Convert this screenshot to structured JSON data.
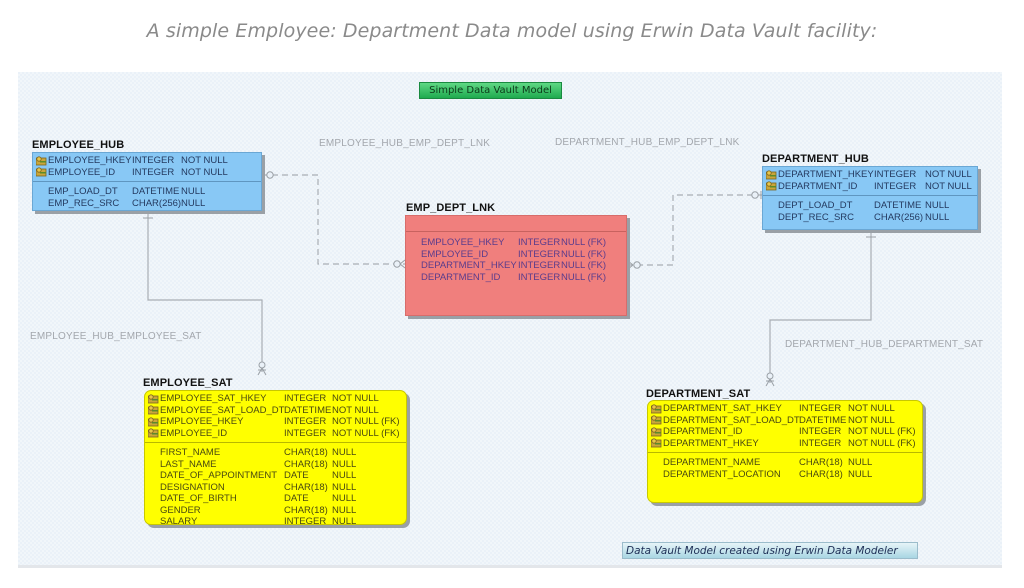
{
  "page_title": "A simple Employee: Department Data model using Erwin Data Vault facility:",
  "diagram_banner": "Simple Data Vault Model",
  "footer_note": "Data Vault Model created using Erwin Data Modeler",
  "colors": {
    "hub": "#88c8f5",
    "link": "#f07f7d",
    "satellite": "#ffff00",
    "banner_top": "#2ebf5f",
    "canvas": "#eaf1f8",
    "relationship_line": "#a9aeb4"
  },
  "relationships": {
    "employee_hub_emp_dept_lnk": "EMPLOYEE_HUB_EMP_DEPT_LNK",
    "department_hub_emp_dept_lnk": "DEPARTMENT_HUB_EMP_DEPT_LNK",
    "employee_hub_employee_sat": "EMPLOYEE_HUB_EMPLOYEE_SAT",
    "department_hub_department_sat": "DEPARTMENT_HUB_DEPARTMENT_SAT"
  },
  "entities": {
    "employee_hub": {
      "name": "EMPLOYEE_HUB",
      "keys": [
        {
          "name": "EMPLOYEE_HKEY",
          "type": "INTEGER",
          "nullability": "NOT NULL",
          "icon": "primary-key-icon"
        },
        {
          "name": "EMPLOYEE_ID",
          "type": "INTEGER",
          "nullability": "NOT NULL",
          "icon": "primary-key-icon"
        }
      ],
      "attributes": [
        {
          "name": "EMP_LOAD_DT",
          "type": "DATETIME",
          "nullability": "NULL"
        },
        {
          "name": "EMP_REC_SRC",
          "type": "CHAR(256)",
          "nullability": "NULL"
        }
      ]
    },
    "department_hub": {
      "name": "DEPARTMENT_HUB",
      "keys": [
        {
          "name": "DEPARTMENT_HKEY",
          "type": "INTEGER",
          "nullability": "NOT NULL",
          "icon": "primary-key-icon"
        },
        {
          "name": "DEPARTMENT_ID",
          "type": "INTEGER",
          "nullability": "NOT NULL",
          "icon": "primary-key-icon"
        }
      ],
      "attributes": [
        {
          "name": "DEPT_LOAD_DT",
          "type": "DATETIME",
          "nullability": "NULL"
        },
        {
          "name": "DEPT_REC_SRC",
          "type": "CHAR(256)",
          "nullability": "NULL"
        }
      ]
    },
    "emp_dept_lnk": {
      "name": "EMP_DEPT_LNK",
      "keys": [],
      "attributes": [
        {
          "name": "EMPLOYEE_HKEY",
          "type": "INTEGER",
          "nullability": "NULL (FK)"
        },
        {
          "name": "EMPLOYEE_ID",
          "type": "INTEGER",
          "nullability": "NULL (FK)"
        },
        {
          "name": "DEPARTMENT_HKEY",
          "type": "INTEGER",
          "nullability": "NULL (FK)"
        },
        {
          "name": "DEPARTMENT_ID",
          "type": "INTEGER",
          "nullability": "NULL (FK)"
        }
      ]
    },
    "employee_sat": {
      "name": "EMPLOYEE_SAT",
      "keys": [
        {
          "name": "EMPLOYEE_SAT_HKEY",
          "type": "INTEGER",
          "nullability": "NOT NULL",
          "icon": "primary-key-icon"
        },
        {
          "name": "EMPLOYEE_SAT_LOAD_DT",
          "type": "DATETIME",
          "nullability": "NOT NULL",
          "icon": "primary-key-icon"
        },
        {
          "name": "EMPLOYEE_HKEY",
          "type": "INTEGER",
          "nullability": "NOT NULL (FK)",
          "icon": "primary-key-icon"
        },
        {
          "name": "EMPLOYEE_ID",
          "type": "INTEGER",
          "nullability": "NOT NULL (FK)",
          "icon": "primary-key-icon"
        }
      ],
      "attributes": [
        {
          "name": "FIRST_NAME",
          "type": "CHAR(18)",
          "nullability": "NULL"
        },
        {
          "name": "LAST_NAME",
          "type": "CHAR(18)",
          "nullability": "NULL"
        },
        {
          "name": "DATE_OF_APPOINTMENT",
          "type": "DATE",
          "nullability": "NULL"
        },
        {
          "name": "DESIGNATION",
          "type": "CHAR(18)",
          "nullability": "NULL"
        },
        {
          "name": "DATE_OF_BIRTH",
          "type": "DATE",
          "nullability": "NULL"
        },
        {
          "name": "GENDER",
          "type": "CHAR(18)",
          "nullability": "NULL"
        },
        {
          "name": "SALARY",
          "type": "INTEGER",
          "nullability": "NULL"
        }
      ]
    },
    "department_sat": {
      "name": "DEPARTMENT_SAT",
      "keys": [
        {
          "name": "DEPARTMENT_SAT_HKEY",
          "type": "INTEGER",
          "nullability": "NOT NULL",
          "icon": "primary-key-icon"
        },
        {
          "name": "DEPARTMENT_SAT_LOAD_DT",
          "type": "DATETIME",
          "nullability": "NOT NULL",
          "icon": "primary-key-icon"
        },
        {
          "name": "DEPARTMENT_ID",
          "type": "INTEGER",
          "nullability": "NOT NULL (FK)",
          "icon": "primary-key-icon"
        },
        {
          "name": "DEPARTMENT_HKEY",
          "type": "INTEGER",
          "nullability": "NOT NULL (FK)",
          "icon": "primary-key-icon"
        }
      ],
      "attributes": [
        {
          "name": "DEPARTMENT_NAME",
          "type": "CHAR(18)",
          "nullability": "NULL"
        },
        {
          "name": "DEPARTMENT_LOCATION",
          "type": "CHAR(18)",
          "nullability": "NULL"
        }
      ]
    }
  }
}
